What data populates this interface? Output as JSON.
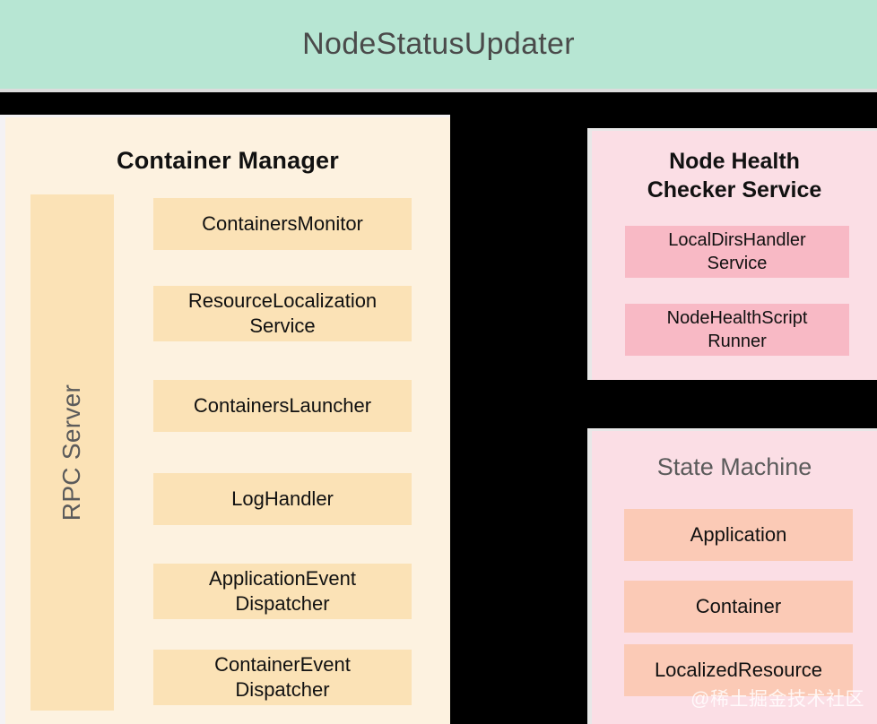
{
  "banner": {
    "title": "NodeStatusUpdater",
    "background_color": "#b7e6d3",
    "text_color": "#4a4a4a"
  },
  "container_manager": {
    "title": "Container Manager",
    "panel_color": "#fdf2e0",
    "box_color": "#fbe2b6",
    "rpc_server": {
      "label": "RPC Server",
      "orientation": "vertical-bottom-to-top"
    },
    "components": [
      {
        "label": "ContainersMonitor"
      },
      {
        "label": "ResourceLocalization\nService"
      },
      {
        "label": "ContainersLauncher"
      },
      {
        "label": "LogHandler"
      },
      {
        "label": "ApplicationEvent\nDispatcher"
      },
      {
        "label": "ContainerEvent\nDispatcher"
      }
    ]
  },
  "node_health_checker_service": {
    "title": "Node Health\nChecker Service",
    "panel_color": "#fbdee5",
    "box_color": "#f8b9c5",
    "components": [
      {
        "label": "LocalDirsHandler\nService"
      },
      {
        "label": "NodeHealthScript\nRunner"
      }
    ]
  },
  "state_machine": {
    "title": "State Machine",
    "panel_color": "#fbdee5",
    "box_color": "#fbcab6",
    "title_color": "#5b5b5b",
    "components": [
      {
        "label": "Application"
      },
      {
        "label": "Container"
      },
      {
        "label": "LocalizedResource"
      }
    ]
  },
  "watermark": {
    "text": "@稀土掘金技术社区"
  }
}
